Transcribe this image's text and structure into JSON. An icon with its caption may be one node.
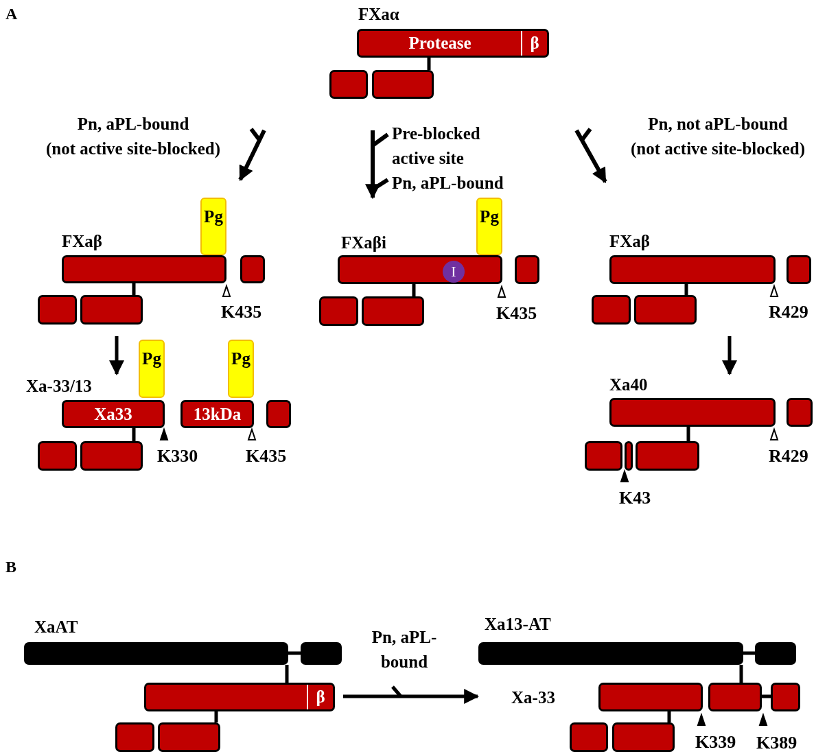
{
  "diagram": {
    "nodes": [
      {
        "text": [
          "FXaα"
        ]
      },
      {
        "text": [
          "Protease",
          "β"
        ],
        "in": 0
      },
      {
        "text": [],
        "shape": "bar",
        "in": 0
      },
      {
        "text": [],
        "shape": "bar",
        "in": 0
      },
      {
        "text": [
          "FXaβ"
        ]
      },
      {
        "text": [
          "Pg"
        ],
        "in": 4
      },
      {
        "text": [],
        "shape": "bar",
        "in": 4
      },
      {
        "text": [],
        "shape": "bar",
        "in": 4
      },
      {
        "text": [],
        "shape": "bar",
        "in": 4
      },
      {
        "text": [],
        "shape": "bar",
        "in": 4
      },
      {
        "text": [
          "FXaβi"
        ]
      },
      {
        "text": [
          "Pg"
        ],
        "in": 10
      },
      {
        "text": [],
        "shape": "bar",
        "in": 10
      },
      {
        "text": [
          "I"
        ],
        "in": 12
      },
      {
        "text": [],
        "shape": "bar",
        "in": 10
      },
      {
        "text": [],
        "shape": "bar",
        "in": 10
      },
      {
        "text": [],
        "shape": "bar",
        "in": 10
      },
      {
        "text": [
          "FXaβ"
        ]
      },
      {
        "text": [],
        "shape": "bar",
        "in": 17
      },
      {
        "text": [],
        "shape": "bar",
        "in": 17
      },
      {
        "text": [],
        "shape": "bar",
        "in": 17
      },
      {
        "text": [],
        "shape": "bar",
        "in": 17
      },
      {
        "text": [
          "Pg"
        ]
      },
      {
        "text": [
          "Pg"
        ]
      },
      {
        "text": [
          "Xa-33/13"
        ]
      },
      {
        "text": [
          "Xa33"
        ],
        "in": 24
      },
      {
        "text": [
          "13kDa"
        ],
        "in": 24
      },
      {
        "text": [],
        "shape": "bar",
        "in": 24
      },
      {
        "text": [],
        "shape": "bar",
        "in": 24
      },
      {
        "text": [],
        "shape": "bar",
        "in": 24
      },
      {
        "text": [
          "Xa40"
        ]
      },
      {
        "text": [],
        "shape": "bar",
        "in": 30
      },
      {
        "text": [],
        "shape": "bar",
        "in": 30
      },
      {
        "text": [],
        "shape": "bar",
        "in": 30
      },
      {
        "text": [],
        "shape": "bar",
        "in": 30
      },
      {
        "text": [],
        "shape": "bar",
        "in": 30
      },
      {
        "text": [
          "XaAT"
        ]
      },
      {
        "text": [],
        "shape": "bar",
        "in": 36
      },
      {
        "text": [],
        "shape": "bar",
        "in": 36
      },
      {
        "text": [
          "β"
        ],
        "in": 36
      },
      {
        "text": [],
        "shape": "bar",
        "in": 36
      },
      {
        "text": [],
        "shape": "bar",
        "in": 36
      },
      {
        "text": [
          "Xa13-AT",
          "Xa-33"
        ]
      },
      {
        "text": [],
        "shape": "bar",
        "in": 42
      },
      {
        "text": [],
        "shape": "bar",
        "in": 42
      },
      {
        "text": [],
        "shape": "bar",
        "in": 42
      },
      {
        "text": [],
        "shape": "bar",
        "in": 42
      },
      {
        "text": [],
        "shape": "bar",
        "in": 42
      },
      {
        "text": [],
        "shape": "bar",
        "in": 42
      },
      {
        "text": [],
        "shape": "bar",
        "in": 42
      }
    ],
    "edges": [
      {
        "from": null,
        "to": 4,
        "arrow": "to",
        "label": "Pn, aPL-bound"
      },
      {
        "from": 0,
        "to": 10,
        "arrow": "to",
        "label": "Pre-blocked active site"
      },
      {
        "from": 0,
        "to": 17,
        "arrow": "to",
        "label": "Pn, not aPL-bound"
      },
      {
        "from": 4,
        "to": 24,
        "arrow": "to"
      },
      {
        "from": 17,
        "to": 30,
        "arrow": "to"
      },
      {
        "from": 36,
        "to": 42,
        "arrow": "to",
        "label": "Pn, aPL-bound"
      },
      {
        "from": 1,
        "to": 3,
        "arrow": "none"
      },
      {
        "from": 6,
        "to": 9,
        "arrow": "none"
      },
      {
        "from": 12,
        "to": 16,
        "arrow": "none"
      },
      {
        "from": 18,
        "to": 21,
        "arrow": "none"
      },
      {
        "from": 25,
        "to": 29,
        "arrow": "none"
      },
      {
        "from": 31,
        "to": 35,
        "arrow": "none"
      },
      {
        "from": 37,
        "to": 38,
        "arrow": "none"
      },
      {
        "from": 37,
        "to": 39,
        "arrow": "none"
      },
      {
        "from": 39,
        "to": 41,
        "arrow": "none"
      },
      {
        "from": 43,
        "to": 44,
        "arrow": "none"
      },
      {
        "from": 43,
        "to": 46,
        "arrow": "none"
      },
      {
        "from": 46,
        "to": 47,
        "arrow": "none"
      },
      {
        "from": 45,
        "to": 49,
        "arrow": "none"
      }
    ],
    "labels": [
      "A",
      "(not active site-blocked)",
      "(not active site-blocked)",
      "Pn, aPL-bound",
      "K435",
      "K435",
      "R429",
      "K330",
      "K435",
      "R429",
      "K43",
      "B",
      "K339",
      "K389"
    ]
  }
}
